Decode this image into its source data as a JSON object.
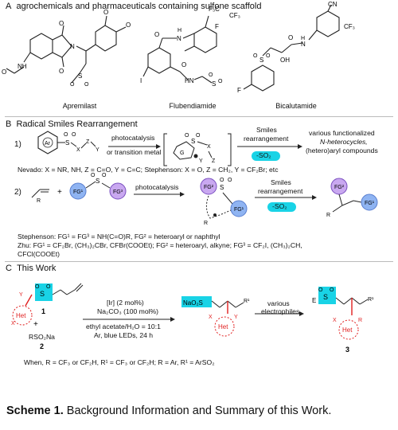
{
  "section_a": {
    "letter": "A",
    "title": "agrochemicals and pharmaceuticals containing sulfone scaffold",
    "compounds": [
      "Apremilast",
      "Flubendiamide",
      "Bicalutamide"
    ]
  },
  "section_b": {
    "letter": "B",
    "title": "Radical Smiles Rearrangement",
    "row1": {
      "label": "1)",
      "reagent_line1": "photocatalysis",
      "reagent_line2": "or transition metal",
      "arrow_top": "Smiles",
      "arrow_top2": "rearrangement",
      "badge": "-SO₂",
      "product_line1": "various functionalized",
      "product_line2": "N-heterocycles,",
      "product_line3": "(hetero)aryl compounds",
      "note": "Nevado: X = NR, NH, Z = C=O, Y = C=C; Stephenson: X = O, Z = CH₂, Y = CF₂Br; etc"
    },
    "row2": {
      "label": "2)",
      "reagent": "photocatalysis",
      "arrow_top": "Smiles",
      "arrow_top2": "rearrangement",
      "badge": "-SO₂",
      "note1": "Stephenson: FG¹ = FG³ = NH(C=O)R, FG² = heteroaryl or naphthyl",
      "note2": "Zhu: FG¹ = CF₂Br, (CH₃)₂CBr, CFBr(COOEt); FG² = heteroaryl, alkyne;  FG³ = CF₂I, (CH₃)₂CH,",
      "note3": "CFCl(COOEt)"
    }
  },
  "section_c": {
    "letter": "C",
    "title": "This Work",
    "cond1": "[Ir] (2 mol%)",
    "cond2": "Na₂CO₃ (100 mol%)",
    "cond3": "ethyl acetate/H₂O = 10:1",
    "cond4": "Ar, blue LEDs, 24 h",
    "reagent2": "RSO₂Na",
    "num1": "1",
    "num2": "2",
    "num3": "3",
    "arrow2_top": "various",
    "arrow2_bottom": "electrophiles",
    "note": "When, R = CF₃ or CF₂H, R¹ = CF₃ or CF₂H; R = Ar, R¹ = ArSO₂"
  },
  "caption": {
    "label": "Scheme 1.",
    "text": " Background Information and Summary of this Work."
  },
  "colors": {
    "cyan_highlight": "#19d3e6",
    "red_bond": "#e01e1e",
    "purple_circle": "#c9a8f0",
    "purple_stroke": "#7a4fc0",
    "blue_circle": "#8fb4f2"
  }
}
